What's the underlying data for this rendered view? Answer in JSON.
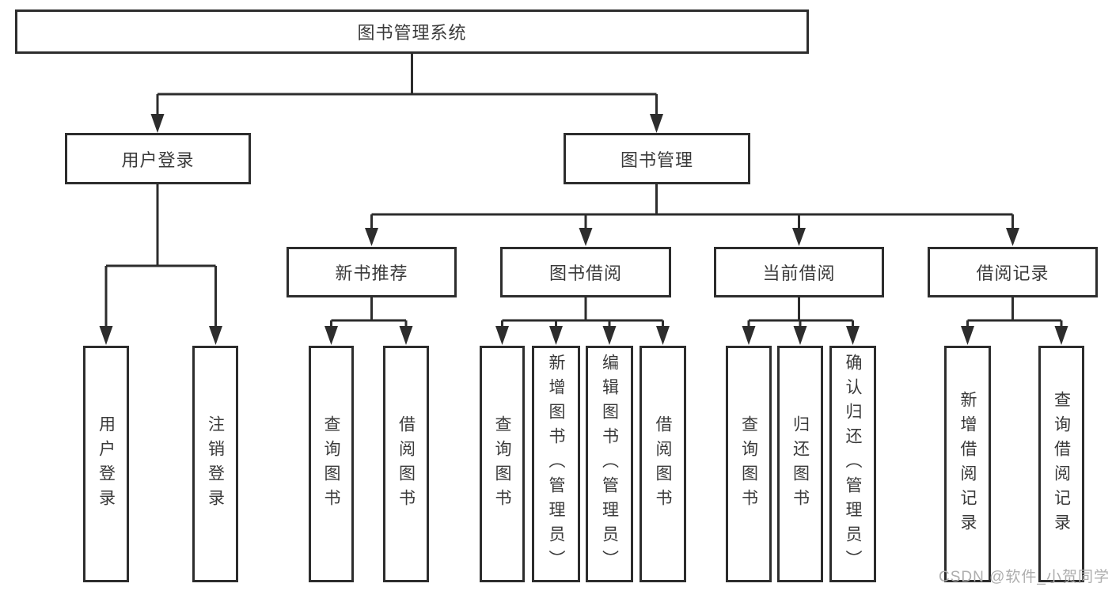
{
  "diagram": {
    "type": "hierarchy-tree",
    "title": "图书管理系统"
  },
  "tree": {
    "root": {
      "label": "图书管理系统",
      "children": [
        {
          "label": "用户登录",
          "children": [
            {
              "label": "用户登录"
            },
            {
              "label": "注销登录"
            }
          ]
        },
        {
          "label": "图书管理",
          "children": [
            {
              "label": "新书推荐",
              "children": [
                {
                  "label": "查询图书"
                },
                {
                  "label": "借阅图书"
                }
              ]
            },
            {
              "label": "图书借阅",
              "children": [
                {
                  "label": "查询图书"
                },
                {
                  "label": "新增图书（管理员）"
                },
                {
                  "label": "编辑图书（管理员）"
                },
                {
                  "label": "借阅图书"
                }
              ]
            },
            {
              "label": "当前借阅",
              "children": [
                {
                  "label": "查询图书"
                },
                {
                  "label": "归还图书"
                },
                {
                  "label": "确认归还（管理员）"
                }
              ]
            },
            {
              "label": "借阅记录",
              "children": [
                {
                  "label": "新增借阅记录"
                },
                {
                  "label": "查询借阅记录"
                }
              ]
            }
          ]
        }
      ]
    }
  },
  "watermark": {
    "text": "CSDN @软件_小贺同学"
  },
  "colors": {
    "background": "#ffffff",
    "line": "#2d2d2d",
    "text": "#3a3a3a",
    "watermark": "#aeaeae"
  }
}
